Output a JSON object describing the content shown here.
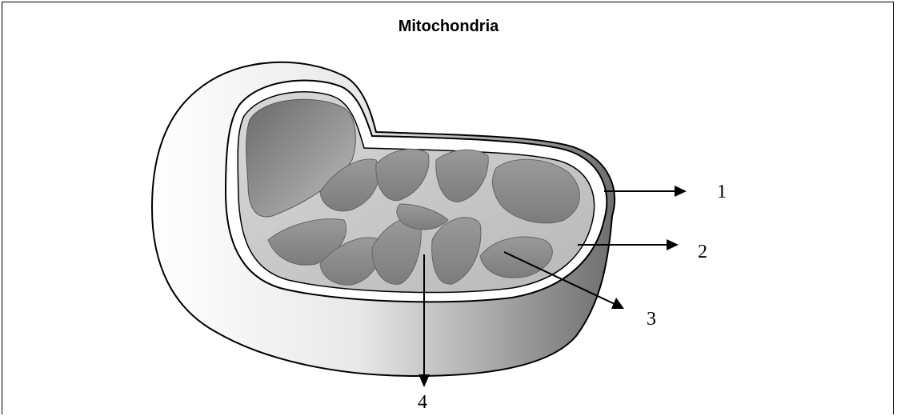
{
  "title": "Mitochondria",
  "labels": {
    "one": "1",
    "two": "2",
    "three": "3",
    "four": "4"
  },
  "colors": {
    "outline": "#000000",
    "membrane_fill": "#ffffff",
    "matrix_dark": "#8a8a8a",
    "matrix_light": "#c8c8c8"
  }
}
